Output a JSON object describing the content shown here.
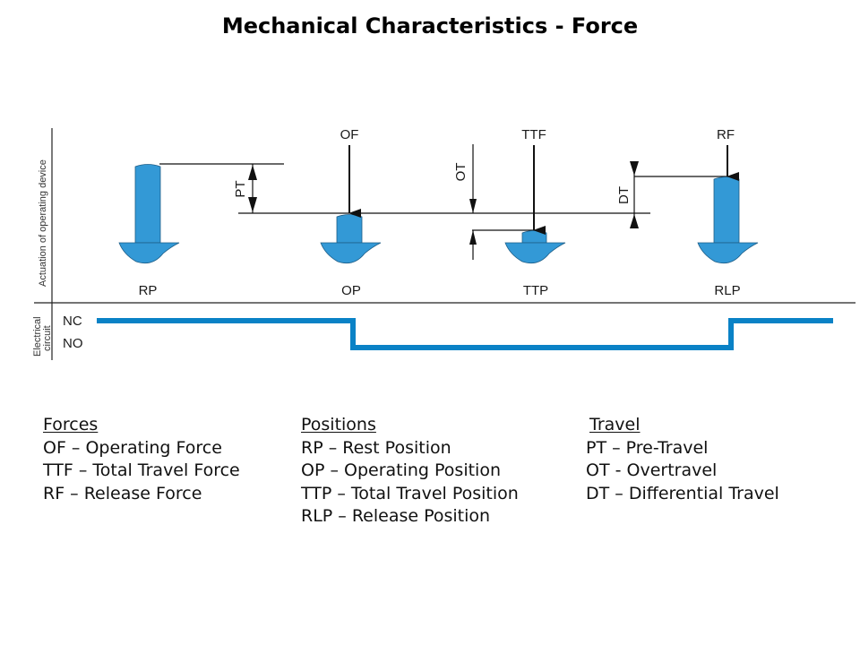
{
  "title": "Mechanical Characteristics - Force",
  "diagram": {
    "axis_labels": {
      "actuation": "Actuation of operating device",
      "electrical_line1": "Electrical",
      "electrical_line2": "circuit"
    },
    "positions": [
      {
        "id": "RP",
        "label": "RP"
      },
      {
        "id": "OP",
        "label": "OP"
      },
      {
        "id": "TTP",
        "label": "TTP"
      },
      {
        "id": "RLP",
        "label": "RLP"
      }
    ],
    "forces": [
      {
        "id": "OF",
        "label": "OF"
      },
      {
        "id": "TTF",
        "label": "TTF"
      },
      {
        "id": "RF",
        "label": "RF"
      }
    ],
    "travel_dimensions": [
      {
        "id": "PT",
        "label": "PT"
      },
      {
        "id": "OT",
        "label": "OT"
      },
      {
        "id": "DT",
        "label": "DT"
      }
    ],
    "circuit": {
      "nc_label": "NC",
      "no_label": "NO",
      "color": "#0a82c6"
    },
    "plunger_color": "#3399d6"
  },
  "legend": {
    "forces": {
      "header": "Forces",
      "items": [
        "OF – Operating Force",
        "TTF – Total Travel Force",
        "RF – Release Force"
      ]
    },
    "positions": {
      "header": "Positions",
      "items": [
        "RP – Rest Position",
        "OP – Operating Position",
        "TTP – Total Travel Position",
        "RLP – Release Position"
      ]
    },
    "travel": {
      "header": "Travel",
      "items": [
        "PT – Pre-Travel",
        "OT - Overtravel",
        "DT – Differential Travel"
      ]
    }
  }
}
